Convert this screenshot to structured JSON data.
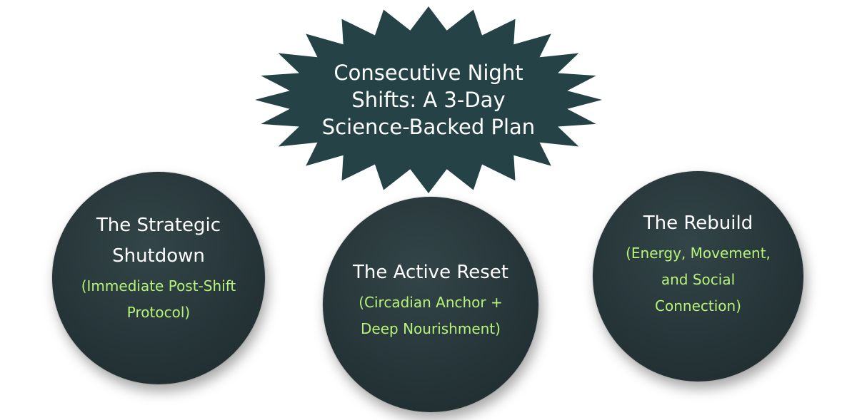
{
  "title": "Consecutive Night\nShifts: A 3-Day\nScience-Backed Plan",
  "colors": {
    "shape_fill": "#254246",
    "circle_fill": "#2a3a3d",
    "title_text": "#ffffff",
    "subtitle_text": "#b7f27a",
    "background": "#ffffff"
  },
  "steps": [
    {
      "title": "The Strategic\nShutdown",
      "subtitle": "(Immediate Post-Shift\nProtocol)"
    },
    {
      "title": "The Active Reset",
      "subtitle": "(Circadian Anchor +\nDeep Nourishment)"
    },
    {
      "title": "The Rebuild",
      "subtitle": "(Energy, Movement,\nand Social\nConnection)"
    }
  ]
}
